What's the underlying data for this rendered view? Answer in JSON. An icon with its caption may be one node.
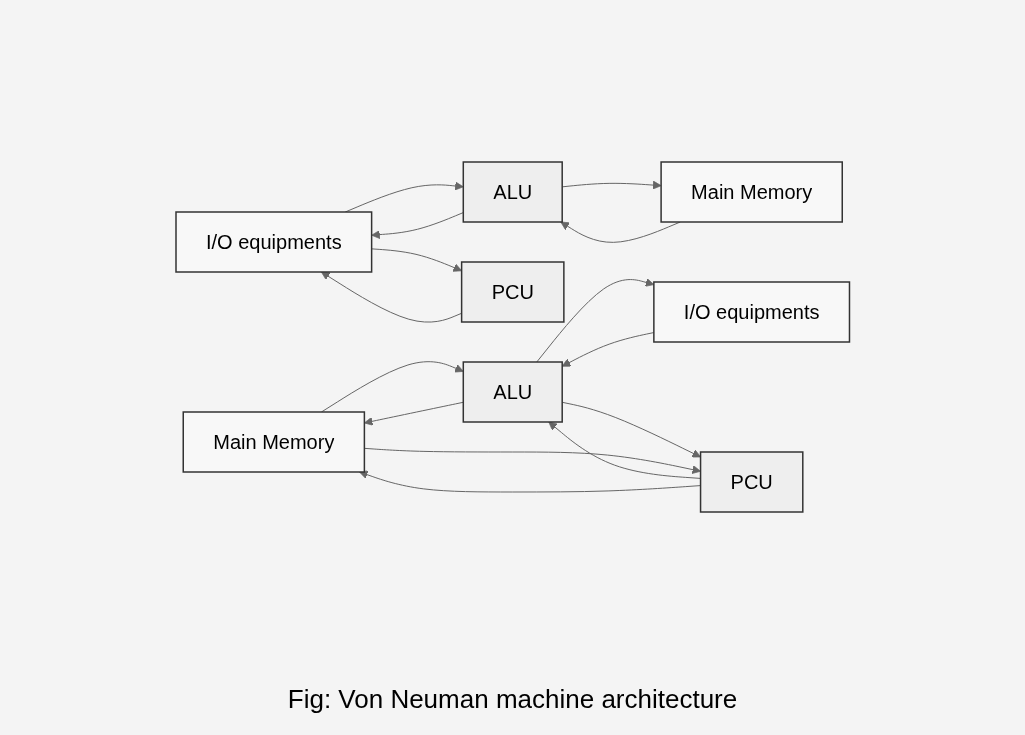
{
  "diagram": {
    "caption": "Fig: Von Neuman machine architecture",
    "nodes": [
      {
        "text": [
          "I/O equipments"
        ]
      },
      {
        "text": [
          "ALU"
        ]
      },
      {
        "text": [
          "Main Memory"
        ]
      },
      {
        "text": [
          "PCU"
        ]
      },
      {
        "text": [
          "Main Memory"
        ]
      },
      {
        "text": [
          "ALU"
        ]
      },
      {
        "text": [
          "I/O equipments"
        ]
      },
      {
        "text": [
          "PCU"
        ]
      }
    ],
    "edges": [
      {
        "from": 0,
        "to": 1,
        "arrow": "to"
      },
      {
        "from": 1,
        "to": 0,
        "arrow": "to"
      },
      {
        "from": 1,
        "to": 2,
        "arrow": "to"
      },
      {
        "from": 2,
        "to": 1,
        "arrow": "to"
      },
      {
        "from": 0,
        "to": 3,
        "arrow": "to"
      },
      {
        "from": 3,
        "to": 0,
        "arrow": "to"
      },
      {
        "from": 5,
        "to": 4,
        "arrow": "to"
      },
      {
        "from": 4,
        "to": 5,
        "arrow": "to"
      },
      {
        "from": 5,
        "to": 6,
        "arrow": "to"
      },
      {
        "from": 6,
        "to": 5,
        "arrow": "to"
      },
      {
        "from": 5,
        "to": 7,
        "arrow": "to"
      },
      {
        "from": 7,
        "to": 5,
        "arrow": "to"
      },
      {
        "from": 7,
        "to": 4,
        "arrow": "to"
      },
      {
        "from": 4,
        "to": 7,
        "arrow": "to"
      }
    ]
  }
}
